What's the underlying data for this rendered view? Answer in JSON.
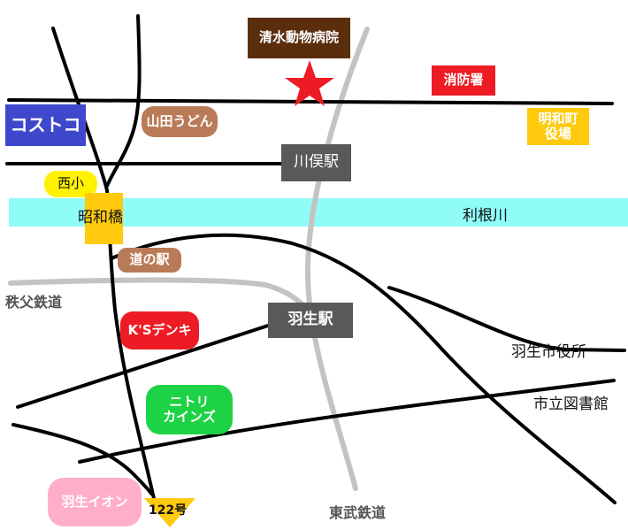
{
  "title": "羽生周辺マップ",
  "colors": {
    "river": "#8ffcf8",
    "road": "#000000",
    "rail": "#c3c3c3",
    "brown_dark": "#5a2d0c",
    "red": "#ed1c24",
    "blue": "#3f48cc",
    "brown": "#b97a57",
    "orange": "#ffc90e",
    "yellow": "#fff200",
    "station": "#595959",
    "green": "#1ed246",
    "pink": "#ffaec9"
  },
  "labels": {
    "hospital": "清水動物病院",
    "fire_station": "消防署",
    "costco": "コストコ",
    "yamada_udon": "山田うどん",
    "meiwa_office": "明和町\n役場",
    "kawamata_station": "川俣駅",
    "nishi_school": "西小",
    "showa_bridge": "昭和橋",
    "tone_river": "利根川",
    "michi_no_eki": "道の駅",
    "chichibu_railway": "秩父鉄道",
    "ks_denki": "K'Sデンキ",
    "hanyu_station": "羽生駅",
    "city_hall": "羽生市役所",
    "nitori_cainz": "ニトリ\nカインズ",
    "library": "市立図書館",
    "hanyu_aeon": "羽生イオン",
    "route": "122号",
    "tobu_railway": "東武鉄道"
  },
  "markers": {
    "destination": "star-icon"
  }
}
